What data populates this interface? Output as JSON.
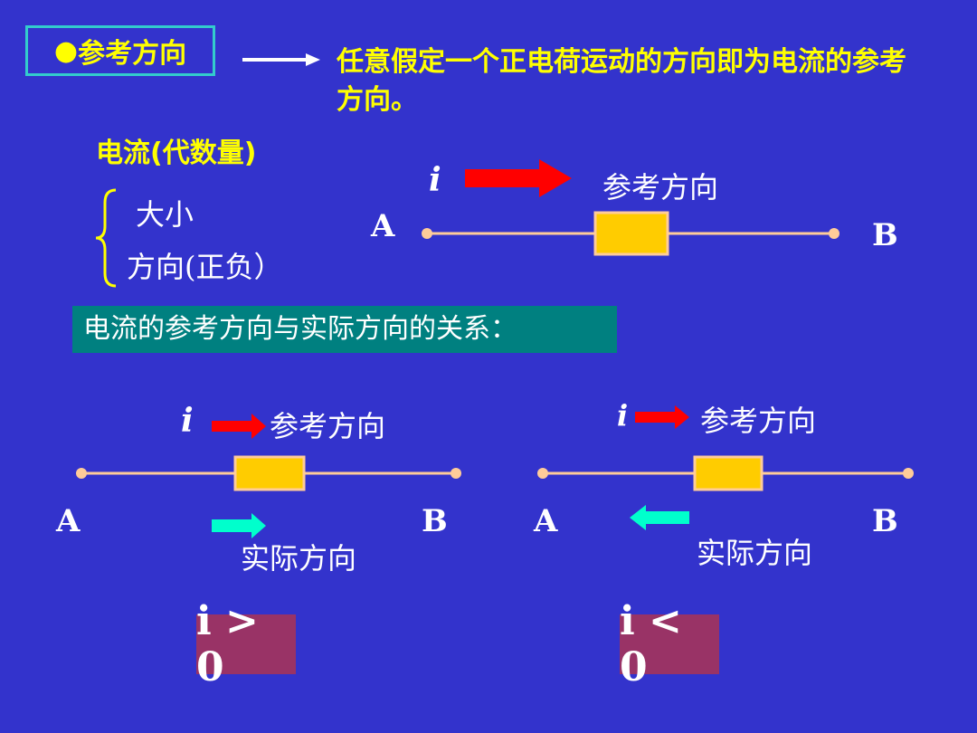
{
  "title": {
    "bullet": "●",
    "label": "参考方向"
  },
  "definition": "任意假定一个正电荷运动的方向即为电流的参考方向。",
  "current_header": "电流(代数量)",
  "brace_items": [
    "大小",
    "方向(正负）"
  ],
  "top_diagram": {
    "i": "i",
    "ref_label": "参考方向",
    "a": "A",
    "b": "B"
  },
  "relation_box": "电流的参考方向与实际方向的关系：",
  "left_diagram": {
    "i": "i",
    "ref_label": "参考方向",
    "a": "A",
    "b": "B",
    "actual_label": "实际方向",
    "result": "i > 0"
  },
  "right_diagram": {
    "i": "i",
    "ref_label": "参考方向",
    "a": "A",
    "b": "B",
    "actual_label": "实际方向",
    "result": "i < 0"
  },
  "colors": {
    "background": "#3333cc",
    "title_border": "#33cccc",
    "highlight_text": "#ffff00",
    "ref_arrow": "#ff0000",
    "actual_arrow": "#00ffcc",
    "wire": "#ffcc99",
    "resistor": "#ffcc00",
    "relation_box": "#008080",
    "result_box": "#993366"
  }
}
